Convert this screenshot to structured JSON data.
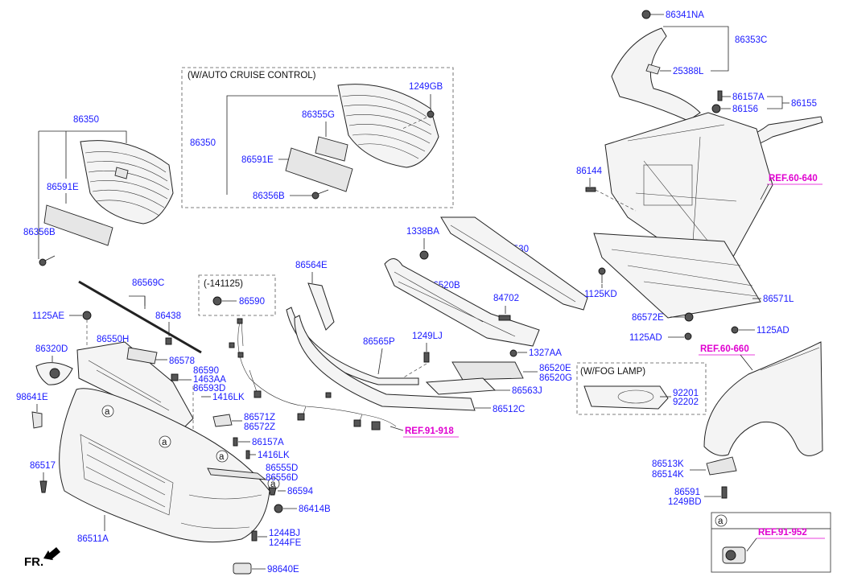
{
  "direction_marker": "FR.",
  "labels": {
    "l86350_left": "86350",
    "l86591e_left": "86591E",
    "l86356b_left": "86356B",
    "cruise_title": "(W/AUTO CRUISE CONTROL)",
    "l1249gb": "1249GB",
    "l86355g": "86355G",
    "l86350_box": "86350",
    "l86591e_box": "86591E",
    "l86356b_box": "86356B",
    "l86341na": "86341NA",
    "l86353c": "86353C",
    "l25388l": "25388L",
    "l86157a_top": "86157A",
    "l86156": "86156",
    "l86155": "86155",
    "l86144": "86144",
    "ref_60_640": "REF.60-640",
    "l1338ba": "1338BA",
    "l86530": "86530",
    "l1125kd": "1125KD",
    "l86571l": "86571L",
    "l86572e": "86572E",
    "l1125ad_left": "1125AD",
    "l1125ad_right": "1125AD",
    "l86564e": "86564E",
    "l86520b": "86520B",
    "l84702": "84702",
    "l1249lj": "1249LJ",
    "l1327aa": "1327AA",
    "l86565p": "86565P",
    "l86520e": "86520E",
    "l86520g": "86520G",
    "l86563j": "86563J",
    "l86512c": "86512C",
    "ref_91_918": "REF.91-918",
    "fog_title": "(W/FOG LAMP)",
    "l92201": "92201",
    "l92202": "92202",
    "ref_60_660": "REF.60-660",
    "l86569c": "86569C",
    "l86438": "86438",
    "l1125ae": "1125AE",
    "l86550h": "86550H",
    "l86578": "86578",
    "l86320d": "86320D",
    "l86590_a": "86590",
    "l1463aa": "1463AA",
    "l86593d": "86593D",
    "l1416lk_a": "1416LK",
    "l98641e": "98641E",
    "l86571z": "86571Z",
    "l86572z": "86572Z",
    "l141125": "(-141125)",
    "l86590_b": "86590",
    "l86157a_b": "86157A",
    "l1416lk_b": "1416LK",
    "l86555d": "86555D",
    "l86556d": "86556D",
    "l86594": "86594",
    "l86414b": "86414B",
    "l1244bj": "1244BJ",
    "l1244fe": "1244FE",
    "l98640e": "98640E",
    "l86517": "86517",
    "l86511a": "86511A",
    "l86513k": "86513K",
    "l86514k": "86514K",
    "l86591": "86591",
    "l1249bd": "1249BD",
    "callout_a": "a",
    "inset_a": "a",
    "ref_91_952": "REF.91-952"
  }
}
